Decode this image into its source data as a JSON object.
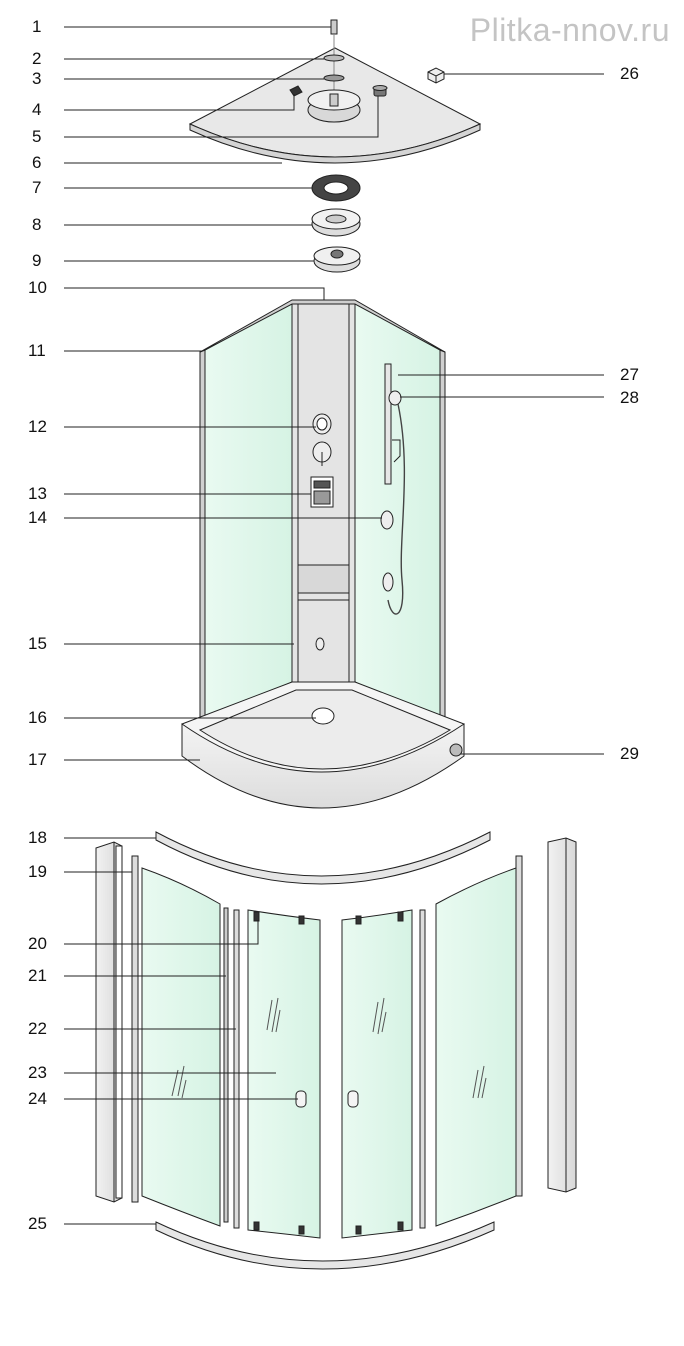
{
  "watermark": "Plitka-nnov.ru",
  "callouts": {
    "left": [
      "1",
      "2",
      "3",
      "4",
      "5",
      "6",
      "7",
      "8",
      "9",
      "10",
      "11",
      "12",
      "13",
      "14",
      "15",
      "16",
      "17",
      "18",
      "19",
      "20",
      "21",
      "22",
      "23",
      "24",
      "25"
    ],
    "right": [
      "26",
      "27",
      "28",
      "29"
    ]
  },
  "colors": {
    "glass": "#dff5ea",
    "glass_dark": "#cdeedc",
    "panel": "#e6e6e6",
    "tray": "#ececec",
    "line": "#222222"
  }
}
